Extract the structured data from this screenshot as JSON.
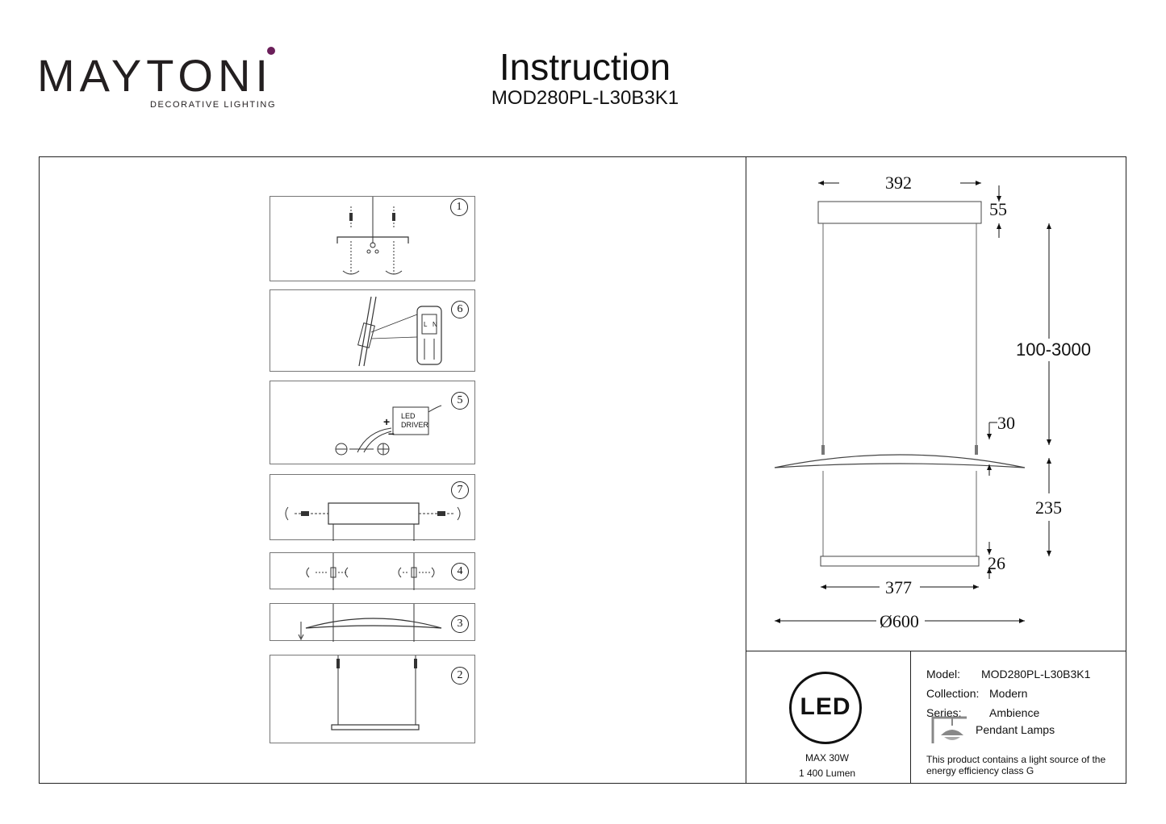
{
  "brand": {
    "name": "MAYTONI",
    "tagline": "DECORATIVE LIGHTING",
    "accent_color": "#6b1f5a"
  },
  "header": {
    "title": "Instruction",
    "model": "MOD280PL-L30B3K1"
  },
  "steps": [
    "1",
    "6",
    "5",
    "7",
    "4",
    "3",
    "2"
  ],
  "driver": {
    "line1": "LED",
    "line2": "DRIVER",
    "plus": "+",
    "minus": "–"
  },
  "connector": {
    "l": "L",
    "n": "N"
  },
  "dimensions": {
    "canopy_width": "392",
    "canopy_height": "55",
    "cable_length": "100-3000",
    "shade_thickness": "30",
    "lower_height": "235",
    "bar_height": "26",
    "bar_width": "377",
    "diameter": "Ø600"
  },
  "power": {
    "badge": "LED",
    "max": "MAX 30W",
    "lumen": "1 400 Lumen"
  },
  "specs": {
    "model_label": "Model:",
    "model_value": "MOD280PL-L30B3K1",
    "collection_label": "Collection:",
    "collection_value": "Modern",
    "series_label": "Series:",
    "series_value": "Ambience",
    "type_value": "Pendant Lamps",
    "energy_line1": "This product contains a light source of the",
    "energy_line2": "energy efficiency class G"
  }
}
